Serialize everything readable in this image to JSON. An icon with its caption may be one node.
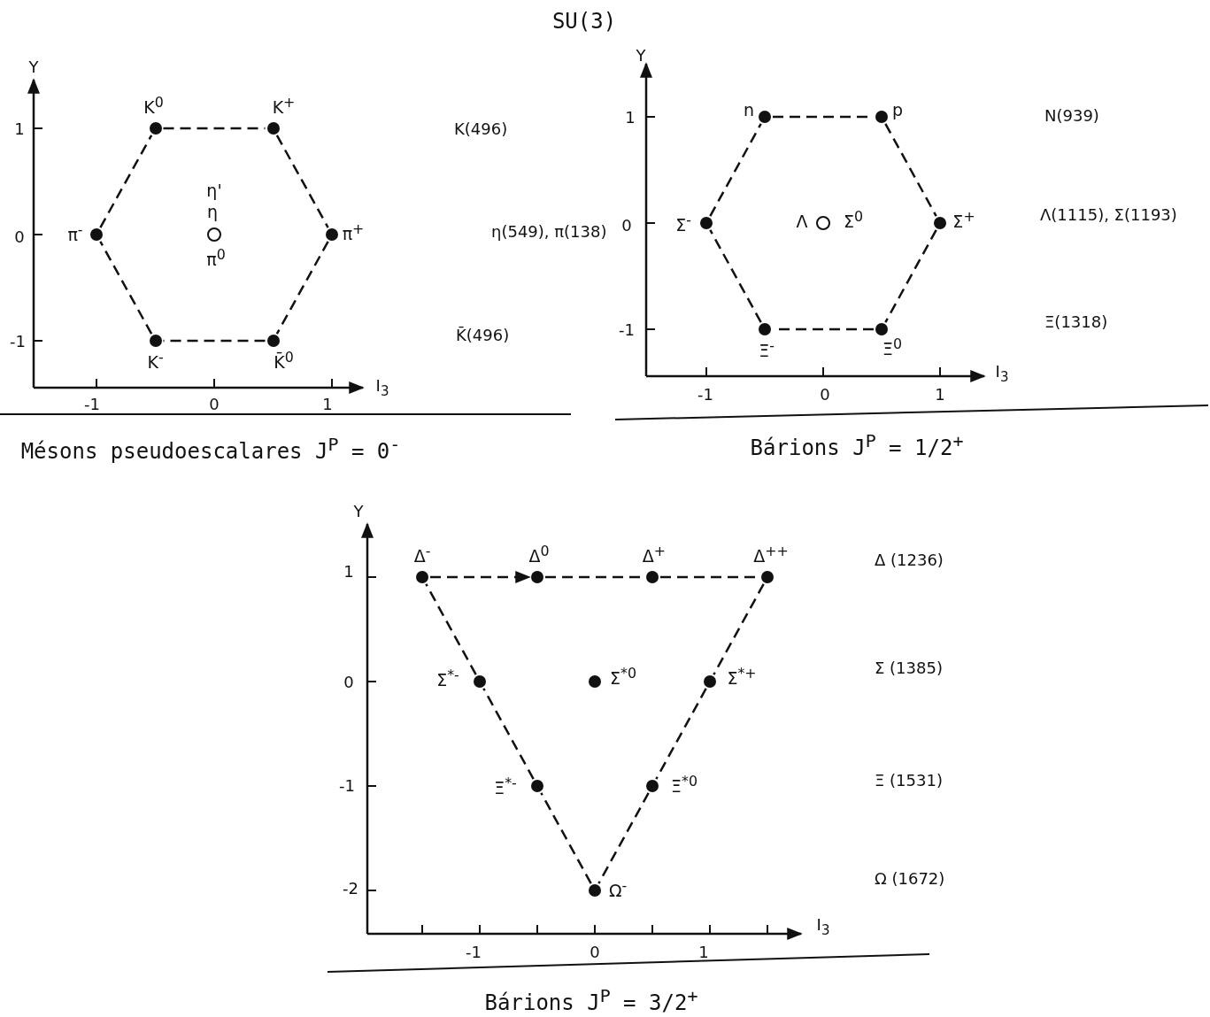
{
  "diagram": {
    "title": "SU(3)",
    "nodes": [
      {
        "text": [
          "K$^{0}$"
        ]
      },
      {
        "text": [
          "K$^{+}$"
        ]
      },
      {
        "text": [
          "π$^{-}$"
        ]
      },
      {
        "text": [
          "η'",
          "η",
          "π$^{0}$"
        ]
      },
      {
        "text": [
          "π$^{+}$"
        ]
      },
      {
        "text": [
          "K$^{-}$"
        ]
      },
      {
        "text": [
          "K̄$^{0}$"
        ]
      },
      {
        "text": [
          "n"
        ]
      },
      {
        "text": [
          "p"
        ]
      },
      {
        "text": [
          "Σ$^{-}$"
        ]
      },
      {
        "text": [
          "Λ",
          "Σ$^{0}$"
        ]
      },
      {
        "text": [
          "Σ$^{+}$"
        ]
      },
      {
        "text": [
          "Ξ$^{-}$"
        ]
      },
      {
        "text": [
          "Ξ$^{0}$"
        ]
      },
      {
        "text": [
          "Δ$^{-}$"
        ]
      },
      {
        "text": [
          "Δ$^{0}$"
        ]
      },
      {
        "text": [
          "Δ$^{+}$"
        ]
      },
      {
        "text": [
          "Δ$^{++}$"
        ]
      },
      {
        "text": [
          "Σ$^{*-}$"
        ]
      },
      {
        "text": [
          "Σ$^{*0}$"
        ]
      },
      {
        "text": [
          "Σ$^{*+}$"
        ]
      },
      {
        "text": [
          "Ξ$^{*-}$"
        ]
      },
      {
        "text": [
          "Ξ$^{*0}$"
        ]
      },
      {
        "text": [
          "Ω$^{-}$"
        ]
      }
    ],
    "edges": [
      {
        "from": 0,
        "to": 1,
        "arrow": "none",
        "style": "dashed"
      },
      {
        "from": 1,
        "to": 4,
        "arrow": "none",
        "style": "dashed"
      },
      {
        "from": 4,
        "to": 6,
        "arrow": "none",
        "style": "dashed"
      },
      {
        "from": 6,
        "to": 5,
        "arrow": "none",
        "style": "dashed"
      },
      {
        "from": 5,
        "to": 2,
        "arrow": "none",
        "style": "dashed"
      },
      {
        "from": 2,
        "to": 0,
        "arrow": "none",
        "style": "dashed"
      },
      {
        "from": 7,
        "to": 8,
        "arrow": "none",
        "style": "dashed"
      },
      {
        "from": 8,
        "to": 11,
        "arrow": "none",
        "style": "dashed"
      },
      {
        "from": 11,
        "to": 13,
        "arrow": "none",
        "style": "dashed"
      },
      {
        "from": 13,
        "to": 12,
        "arrow": "none",
        "style": "dashed"
      },
      {
        "from": 12,
        "to": 9,
        "arrow": "none",
        "style": "dashed"
      },
      {
        "from": 9,
        "to": 7,
        "arrow": "none",
        "style": "dashed"
      },
      {
        "from": 14,
        "to": 15,
        "arrow": "to",
        "style": "dashed"
      },
      {
        "from": 15,
        "to": 16,
        "arrow": "none",
        "style": "dashed"
      },
      {
        "from": 16,
        "to": 17,
        "arrow": "none",
        "style": "dashed"
      },
      {
        "from": 17,
        "to": 20,
        "arrow": "none",
        "style": "dashed"
      },
      {
        "from": 20,
        "to": 22,
        "arrow": "none",
        "style": "dashed"
      },
      {
        "from": 22,
        "to": 23,
        "arrow": "none",
        "style": "dashed"
      },
      {
        "from": 23,
        "to": 21,
        "arrow": "none",
        "style": "dashed"
      },
      {
        "from": 21,
        "to": 18,
        "arrow": "none",
        "style": "dashed"
      },
      {
        "from": 18,
        "to": 14,
        "arrow": "none",
        "style": "dashed"
      }
    ],
    "labels": [
      "Y",
      "1",
      "0",
      "-1",
      "-1",
      "0",
      "1",
      "I$_{3}$",
      "K(496)",
      "η(549), π(138)",
      "K̄(496)",
      "Mésons pseudoescalares J$^{P}$ = 0$^{-}$",
      "Y",
      "1",
      "0",
      "-1",
      "-1",
      "0",
      "1",
      "I$_{3}$",
      "N(939)",
      "Λ(1115), Σ(1193)",
      "Ξ(1318)",
      "Bárions J$^{P}$ = 1/2$^{+}$",
      "Y",
      "1",
      "0",
      "-1",
      "-2",
      "-1",
      "0",
      "1",
      "I$_{3}$",
      "Δ (1236)",
      "Σ (1385)",
      "Ξ (1531)",
      "Ω (1672)",
      "Bárions J$^{P}$ = 3/2$^{+}$"
    ]
  }
}
